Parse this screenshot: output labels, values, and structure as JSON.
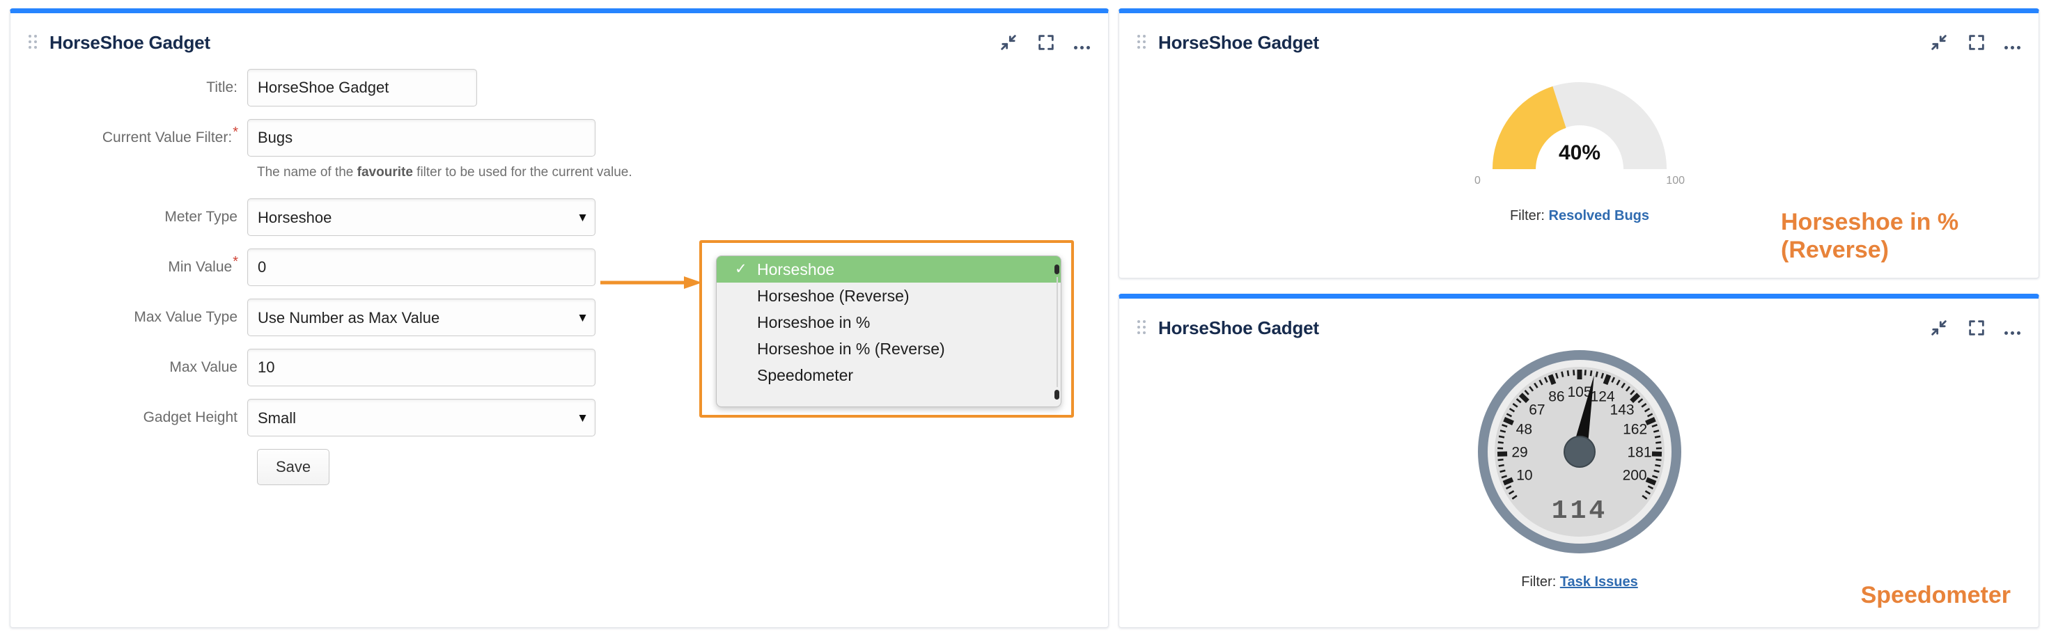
{
  "config_card": {
    "title": "HorseShoe Gadget",
    "icons": [
      "collapse-icon",
      "fullscreen-icon",
      "more-options-icon"
    ],
    "fields": {
      "title": {
        "label": "Title:",
        "value": "HorseShoe Gadget",
        "required": false
      },
      "current_value_filter": {
        "label": "Current Value Filter:",
        "value": "Bugs",
        "required": true,
        "required_marker": "*",
        "help_prefix": "The name of the ",
        "help_bold": "favourite",
        "help_suffix": " filter to be used for the current value."
      },
      "meter_type": {
        "label": "Meter Type",
        "value": "Horseshoe",
        "required": false
      },
      "min_value": {
        "label": "Min Value",
        "value": "0",
        "required": true,
        "required_marker": "*"
      },
      "max_value_type": {
        "label": "Max Value Type",
        "value": "Use Number as Max Value",
        "required": false
      },
      "max_value": {
        "label": "Max Value",
        "value": "10",
        "required": false
      },
      "gadget_height": {
        "label": "Gadget Height",
        "value": "Small",
        "required": false
      }
    },
    "save_label": "Save"
  },
  "meter_type_dropdown": {
    "selected": "Horseshoe",
    "check_glyph": "✓",
    "highlight_color": "#88c97f",
    "callout_color": "#f0922b",
    "options": [
      "Horseshoe",
      "Horseshoe (Reverse)",
      "Horseshoe in %",
      "Horseshoe in % (Reverse)",
      "Speedometer"
    ]
  },
  "gauge_card": {
    "title": "HorseShoe Gadget",
    "icons": [
      "collapse-icon",
      "fullscreen-icon",
      "more-options-icon"
    ],
    "filter_prefix": "Filter:",
    "filter_name": "Resolved Bugs",
    "badge": "Horseshoe in %\n(Reverse)",
    "badge_color": "#e8833a"
  },
  "speed_card": {
    "title": "HorseShoe Gadget",
    "icons": [
      "collapse-icon",
      "fullscreen-icon",
      "more-options-icon"
    ],
    "filter_prefix": "Filter:",
    "filter_name": "Task Issues",
    "badge": "Speedometer",
    "badge_color": "#e8833a"
  },
  "chart_data": [
    {
      "type": "gauge",
      "style": "horseshoe",
      "title": "Horseshoe in % (Reverse)",
      "value": 40,
      "value_label": "40%",
      "min": 0,
      "max": 100,
      "min_label": "0",
      "max_label": "100",
      "fill_color": "#fac546",
      "track_color": "#eaeaea",
      "legend": "Filter: Resolved Bugs"
    },
    {
      "type": "gauge",
      "style": "speedometer",
      "title": "Speedometer",
      "value": 114,
      "digital_label": "114",
      "min": 0,
      "max": 210,
      "tick_labels": [
        "10",
        "29",
        "48",
        "67",
        "86",
        "105",
        "124",
        "143",
        "162",
        "181",
        "200"
      ],
      "tick_values": [
        10,
        29,
        48,
        67,
        86,
        105,
        124,
        143,
        162,
        181,
        200
      ],
      "needle_value": 114,
      "dial_color": "#d9d9d9",
      "bezel_color": "#7e8d9e",
      "legend": "Filter: Task Issues"
    }
  ],
  "theme": {
    "card_top_accent": "#2684ff",
    "title_color": "#172b4d",
    "link_color": "#2f6bb0",
    "required_color": "#d04437"
  }
}
